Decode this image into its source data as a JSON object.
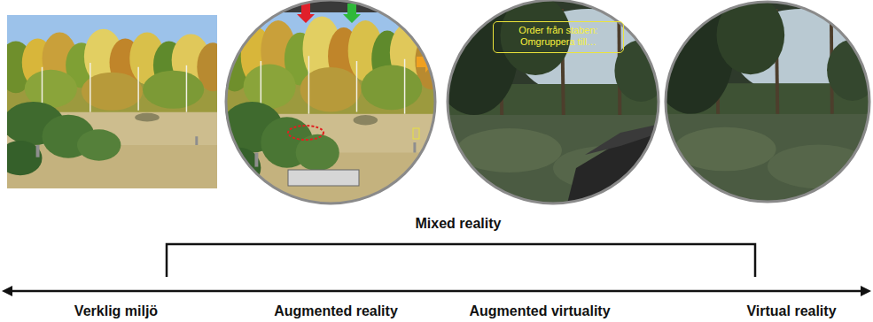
{
  "diagram": {
    "nodes": [
      {
        "text": [
          "Order från staben: Omgruppera till…"
        ]
      }
    ],
    "labels": [
      "Mixed reality",
      "Verklig miljö",
      "Augmented reality",
      "Augmented virtuality",
      "Virtual reality"
    ]
  }
}
